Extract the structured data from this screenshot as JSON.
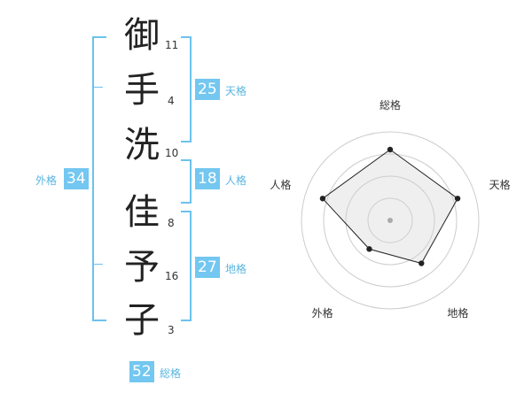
{
  "name": {
    "characters": [
      {
        "char": "御",
        "strokes": "11"
      },
      {
        "char": "手",
        "strokes": "4"
      },
      {
        "char": "洗",
        "strokes": "10"
      },
      {
        "char": "佳",
        "strokes": "8"
      },
      {
        "char": "予",
        "strokes": "16"
      },
      {
        "char": "子",
        "strokes": "3"
      }
    ]
  },
  "fortune": {
    "tenkaku": {
      "value": "25",
      "label": "天格"
    },
    "jinkaku": {
      "value": "18",
      "label": "人格"
    },
    "chikaku": {
      "value": "27",
      "label": "地格"
    },
    "gaikaku": {
      "value": "34",
      "label": "外格"
    },
    "soukaku": {
      "value": "52",
      "label": "総格"
    }
  },
  "colors": {
    "accent": "#73c7f0",
    "line": "#6cc2ec"
  },
  "chart_data": {
    "type": "radar",
    "axes": [
      "総格",
      "天格",
      "地格",
      "外格",
      "人格"
    ],
    "values": [
      4,
      4,
      3,
      2,
      4
    ],
    "rmax": 5,
    "rings": 4
  }
}
